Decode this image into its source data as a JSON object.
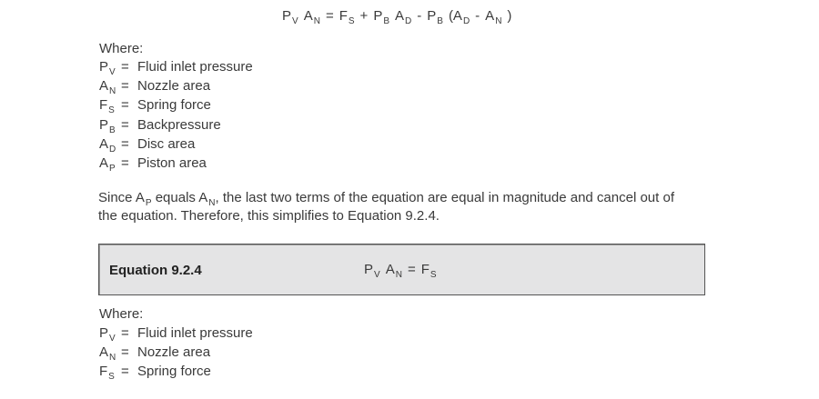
{
  "equation_top": {
    "terms": [
      [
        "P",
        "V"
      ],
      [
        "A",
        "N"
      ],
      [
        "=",
        ""
      ],
      [
        "F",
        "S"
      ],
      [
        "+",
        ""
      ],
      [
        "P",
        "B"
      ],
      [
        "A",
        "D"
      ],
      [
        "-",
        ""
      ],
      [
        "P",
        "B"
      ],
      [
        "(A",
        "D"
      ],
      [
        "-",
        ""
      ],
      [
        "A",
        "N"
      ],
      [
        ")",
        ""
      ]
    ]
  },
  "where1": {
    "label": "Where:",
    "items": [
      {
        "sym": "P",
        "sub": "V",
        "eq": "=",
        "desc": "Fluid inlet pressure"
      },
      {
        "sym": "A",
        "sub": "N",
        "eq": "=",
        "desc": "Nozzle area"
      },
      {
        "sym": "F",
        "sub": "S",
        "eq": "=",
        "desc": "Spring force"
      },
      {
        "sym": "P",
        "sub": "B",
        "eq": "=",
        "desc": "Backpressure"
      },
      {
        "sym": "A",
        "sub": "D",
        "eq": "=",
        "desc": "Disc area"
      },
      {
        "sym": "A",
        "sub": "P",
        "eq": "=",
        "desc": "Piston area"
      }
    ]
  },
  "paragraph": {
    "p1": "Since A",
    "s1": "P",
    "p2": " equals A",
    "s2": "N",
    "p3": ", the last two terms of the equation are equal in magnitude and cancel out of",
    "line2": "the equation. Therefore, this simplifies to Equation 9.2.4."
  },
  "box": {
    "title": "Equation 9.2.4",
    "terms": [
      [
        "P",
        "V"
      ],
      [
        "A",
        "N"
      ],
      [
        "=",
        ""
      ],
      [
        "F",
        "S"
      ]
    ]
  },
  "where2": {
    "label": "Where:",
    "items": [
      {
        "sym": "P",
        "sub": "V",
        "eq": "=",
        "desc": "Fluid inlet pressure"
      },
      {
        "sym": "A",
        "sub": "N",
        "eq": "=",
        "desc": "Nozzle area"
      },
      {
        "sym": "F",
        "sub": "S",
        "eq": "=",
        "desc": "Spring force"
      }
    ]
  }
}
